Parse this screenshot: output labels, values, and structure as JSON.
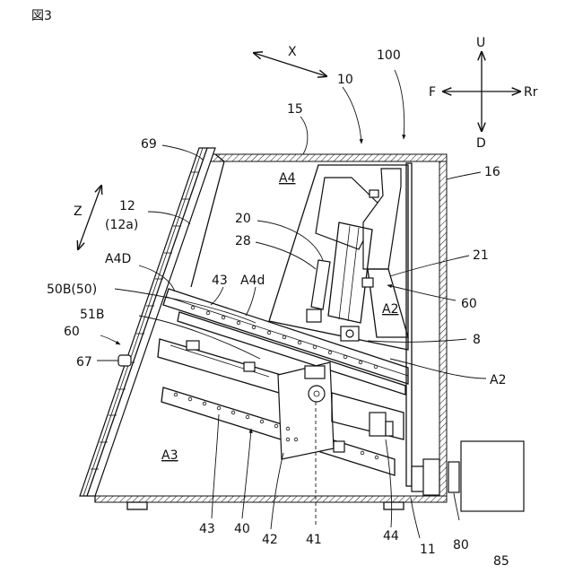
{
  "figure": {
    "title": "図3",
    "labels": {
      "x_axis": "X",
      "z_axis": "Z",
      "up": "U",
      "down": "D",
      "front": "F",
      "rear": "Rr",
      "l100": "100",
      "l10": "10",
      "l15": "15",
      "l16": "16",
      "l69": "69",
      "l12": "12",
      "l12a": "(12a)",
      "lA4": "A4",
      "l20": "20",
      "l28": "28",
      "l21": "21",
      "lA4D": "A4D",
      "l43_top": "43",
      "lA4d": "A4d",
      "l50B": "50B(50)",
      "l51B": "51B",
      "l60_left": "60",
      "l60_right": "60",
      "lA2_inner": "A2",
      "l8": "8",
      "lA2_right": "A2",
      "l67": "67",
      "lA3": "A3",
      "l43_bottom": "43",
      "l40": "40",
      "l42": "42",
      "l41": "41",
      "l44": "44",
      "l11": "11",
      "l80": "80",
      "l85": "85"
    }
  }
}
